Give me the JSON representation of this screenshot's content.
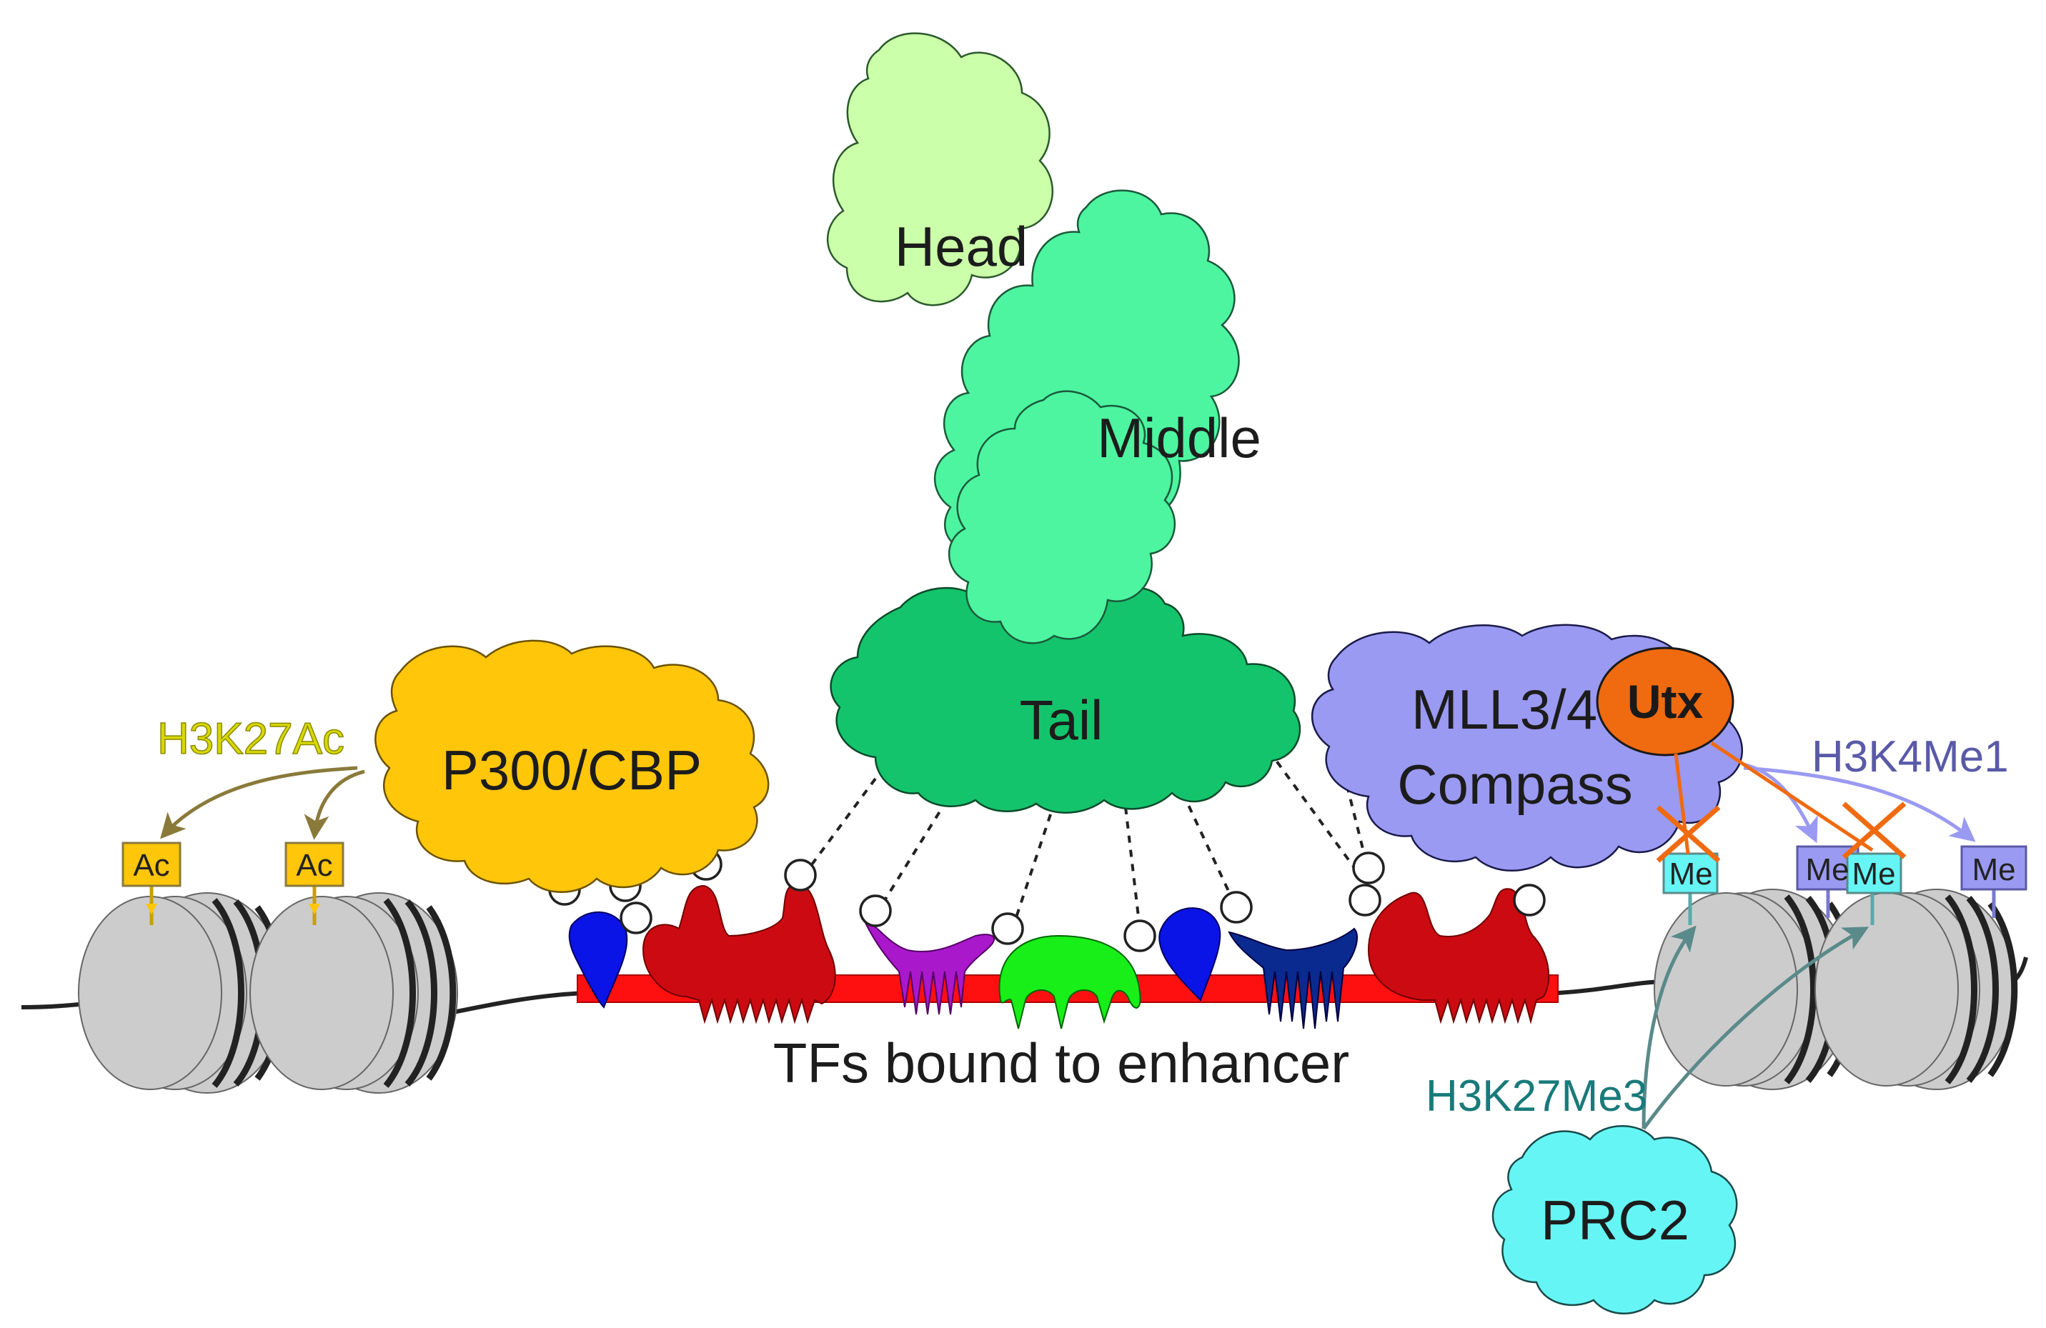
{
  "mediator": {
    "head_label": "Head",
    "middle_label": "Middle",
    "tail_label": "Tail"
  },
  "p300": {
    "label": "P300/CBP",
    "mark_label": "H3K27Ac",
    "ac_tags": [
      "Ac",
      "Ac"
    ]
  },
  "compass": {
    "label_line1": "MLL3/4",
    "label_line2": "Compass",
    "utx_label": "Utx",
    "mark_label": "H3K4Me1",
    "me_tags": [
      "Me",
      "Me",
      "Me",
      "Me"
    ]
  },
  "prc2": {
    "label": "PRC2",
    "mark_label": "H3K27Me3"
  },
  "enhancer": {
    "label": "TFs bound to enhancer"
  },
  "colors": {
    "head": "#ccffaa",
    "middle": "#4df5a0",
    "tail": "#14c46c",
    "p300": "#ffc60a",
    "compass": "#9a9af2",
    "utx": "#f06a10",
    "prc2": "#66f5f5",
    "enhancer": "#ff1010",
    "tf_red": "#cc0a12",
    "tf_blue": "#0a14e6",
    "tf_navy": "#0a2a90",
    "tf_purple": "#aa18cc",
    "tf_green": "#18ef18",
    "nucleosome": "#cccccc",
    "h3k27ac_text": "#b8b800",
    "h3k4me1_text": "#5a5aa8",
    "h3k27me3_text": "#1a7a7a"
  }
}
